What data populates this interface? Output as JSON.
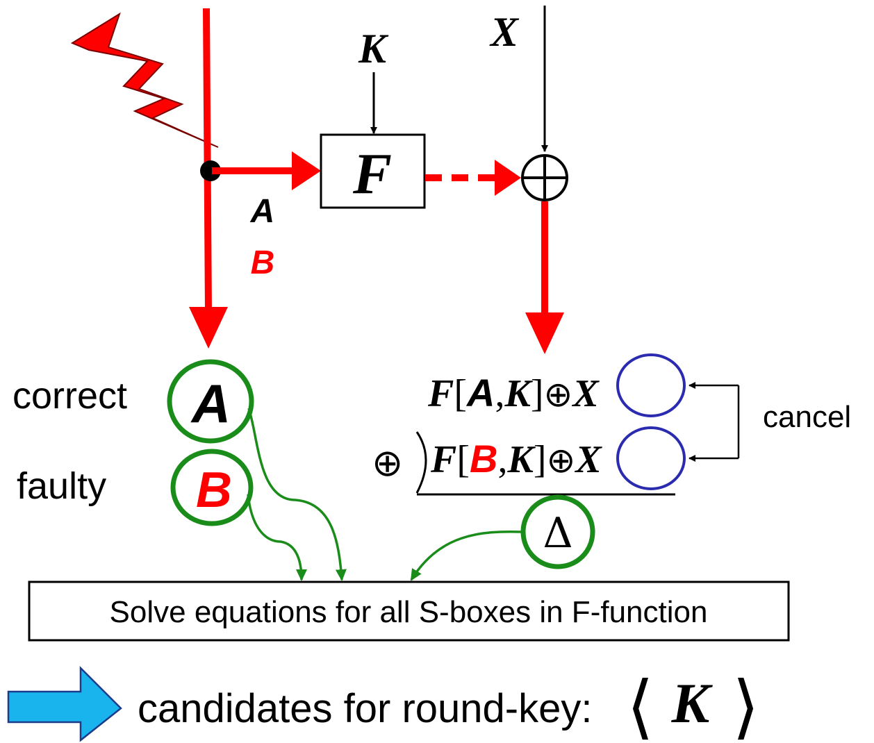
{
  "inputs": {
    "key": "K",
    "x": "X",
    "f_box": "F",
    "xor_symbol": "⊕"
  },
  "branch_values": {
    "correct": "A",
    "faulty": "B"
  },
  "labels": {
    "correct": "correct",
    "faulty": "faulty",
    "cancel": "cancel"
  },
  "equation": {
    "line1": {
      "f": "F",
      "open": "[",
      "value": "A",
      "comma": ",",
      "key": "K",
      "close": "]",
      "xor": "⊕",
      "x": "X"
    },
    "line2": {
      "prefix": "⊕",
      "f": "F",
      "open": "[",
      "value": "B",
      "comma": ",",
      "key": "K",
      "close": "]",
      "xor": "⊕",
      "x": "X"
    },
    "delta": "Δ"
  },
  "solve_box": "Solve equations for all S-boxes in F-function",
  "result": {
    "text": "candidates for round-key:",
    "open": "⟨",
    "key": "K",
    "close": "⟩"
  },
  "colors": {
    "fault": "#ff0000",
    "flow": "#ff0000",
    "key": "#000000",
    "circle_green": "#1a8c1a",
    "circle_blue": "#2b2bb0",
    "result_arrow": "#19b4ee"
  }
}
